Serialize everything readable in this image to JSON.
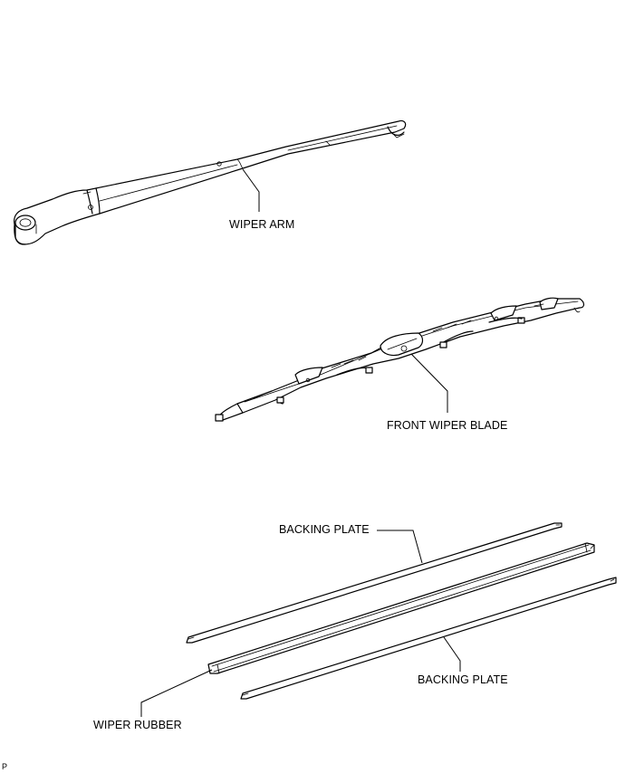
{
  "labels": {
    "wiper_arm": "WIPER ARM",
    "front_wiper_blade": "FRONT WIPER BLADE",
    "backing_plate_upper": "BACKING PLATE",
    "backing_plate_lower": "BACKING PLATE",
    "wiper_rubber": "WIPER RUBBER"
  },
  "figure_code": "P"
}
